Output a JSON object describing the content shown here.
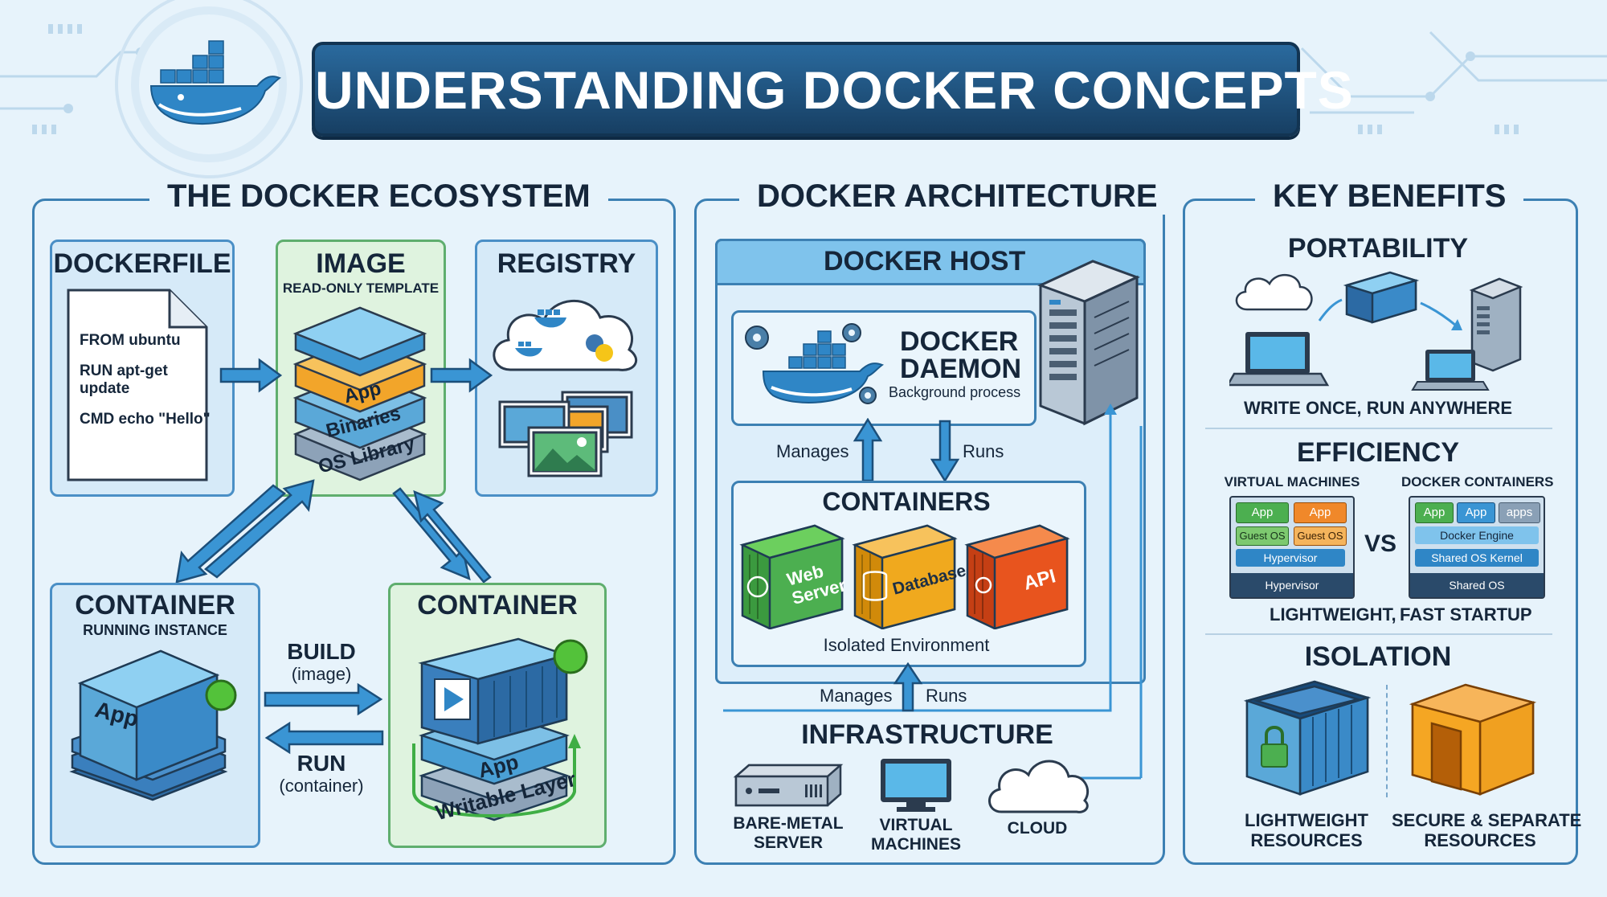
{
  "title": "UNDERSTANDING DOCKER CONCEPTS",
  "colors": {
    "background": "#e7f3fb",
    "title_banner": "#1f4f7a",
    "accent_blue": "#2f86c6",
    "green": "#4caf50",
    "orange": "#f39c12",
    "red": "#e8541e"
  },
  "ecosystem": {
    "heading": "THE DOCKER ECOSYSTEM",
    "dockerfile": {
      "title": "DOCKERFILE",
      "lines": [
        "FROM ubuntu",
        "RUN apt-get",
        "update",
        "CMD echo \"Hello\""
      ]
    },
    "image": {
      "title": "IMAGE",
      "subtitle": "READ-ONLY TEMPLATE",
      "layers": [
        "App",
        "Binaries",
        "OS Library"
      ]
    },
    "registry": {
      "title": "REGISTRY"
    },
    "container_left": {
      "title": "CONTAINER",
      "subtitle": "RUNNING INSTANCE",
      "layer": "App"
    },
    "container_right": {
      "title": "CONTAINER",
      "layers": [
        "App",
        "Writable Layer"
      ]
    },
    "build": {
      "label": "BUILD",
      "sub": "(image)"
    },
    "run": {
      "label": "RUN",
      "sub": "(container)"
    }
  },
  "architecture": {
    "heading": "DOCKER ARCHITECTURE",
    "host": "DOCKER HOST",
    "daemon": {
      "title_1": "DOCKER",
      "title_2": "DAEMON",
      "subtitle": "Background process"
    },
    "manages": "Manages",
    "runs": "Runs",
    "containers": {
      "title": "CONTAINERS",
      "items": [
        "Web Server",
        "Database",
        "API"
      ],
      "footer": "Isolated Environment"
    },
    "manages_2": "Manages",
    "runs_2": "Runs",
    "infrastructure": {
      "title": "INFRASTRUCTURE",
      "items": [
        [
          "BARE-METAL",
          "SERVER"
        ],
        [
          "VIRTUAL",
          "MACHINES"
        ],
        [
          "CLOUD"
        ]
      ]
    }
  },
  "benefits": {
    "heading": "KEY BENEFITS",
    "portability": {
      "title": "PORTABILITY",
      "caption": "WRITE ONCE, RUN ANYWHERE"
    },
    "efficiency": {
      "title": "EFFICIENCY",
      "vm_label": "VIRTUAL MACHINES",
      "dc_label": "DOCKER CONTAINERS",
      "vm": {
        "apps": [
          "App",
          "App"
        ],
        "guests": [
          "Guest OS",
          "Guest OS"
        ],
        "hypervisor": "Hypervisor",
        "base": "Hypervisor"
      },
      "dc": {
        "apps": [
          "App",
          "App",
          "apps"
        ],
        "engine": "Docker Engine",
        "kernel": "Shared OS Kernel",
        "base": "Shared OS"
      },
      "vs": "VS",
      "caption_1": "LIGHTWEIGHT,",
      "caption_2": "FAST STARTUP"
    },
    "isolation": {
      "title": "ISOLATION",
      "left": [
        "LIGHTWEIGHT",
        "RESOURCES"
      ],
      "right": [
        "SECURE & SEPARATE",
        "RESOURCES"
      ]
    }
  }
}
